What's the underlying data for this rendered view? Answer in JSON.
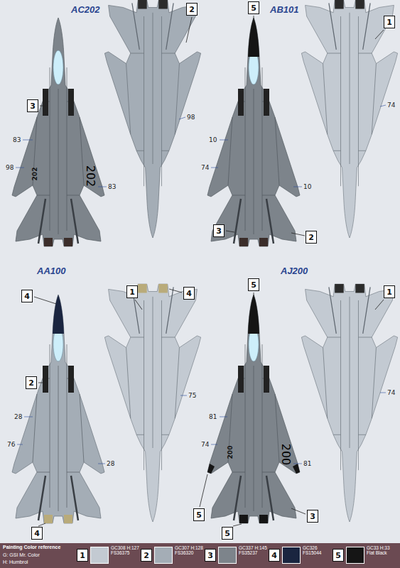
{
  "diagram": {
    "nodes": [
      {
        "text": [
          "3"
        ]
      },
      {
        "text": [
          "2"
        ]
      },
      {
        "text": [
          "5"
        ]
      },
      {
        "text": [
          "1"
        ]
      },
      {
        "text": [
          "3"
        ]
      },
      {
        "text": [
          "2"
        ]
      },
      {
        "text": [
          "4"
        ]
      },
      {
        "text": [
          "2"
        ]
      },
      {
        "text": [
          "1"
        ]
      },
      {
        "text": [
          "4"
        ]
      },
      {
        "text": [
          "4"
        ]
      },
      {
        "text": [
          "5"
        ]
      },
      {
        "text": [
          "1"
        ]
      },
      {
        "text": [
          "5"
        ]
      },
      {
        "text": [
          "5"
        ]
      },
      {
        "text": [
          "3"
        ]
      },
      {
        "text": [
          "1"
        ]
      },
      {
        "text": [
          "2"
        ]
      },
      {
        "text": [
          "3"
        ]
      },
      {
        "text": [
          "4"
        ]
      },
      {
        "text": [
          "5"
        ]
      }
    ],
    "labels": [
      "AC202",
      "83",
      "98",
      "202",
      "202",
      "83",
      "98",
      "AB101",
      "10",
      "74",
      "10",
      "74",
      "AA100",
      "28",
      "76",
      "28",
      "75",
      "AJ200",
      "81",
      "74",
      "200",
      "200",
      "81",
      "74",
      "Painting Color reference",
      "G: GSI Mr. Color",
      "H: Humbrol"
    ],
    "legend": [
      {
        "text": "GC308 H:127 FS36375",
        "color": "#c3cad2"
      },
      {
        "text": "GC307 H:128 FS36320",
        "color": "#a4adb6"
      },
      {
        "text": "GC337 H:145 FS35237",
        "color": "#7d848b"
      },
      {
        "text": "GC326 FS15044",
        "color": "#1a2540"
      },
      {
        "text": "GC33 H:33 Flat Black",
        "color": "#151515"
      }
    ]
  }
}
